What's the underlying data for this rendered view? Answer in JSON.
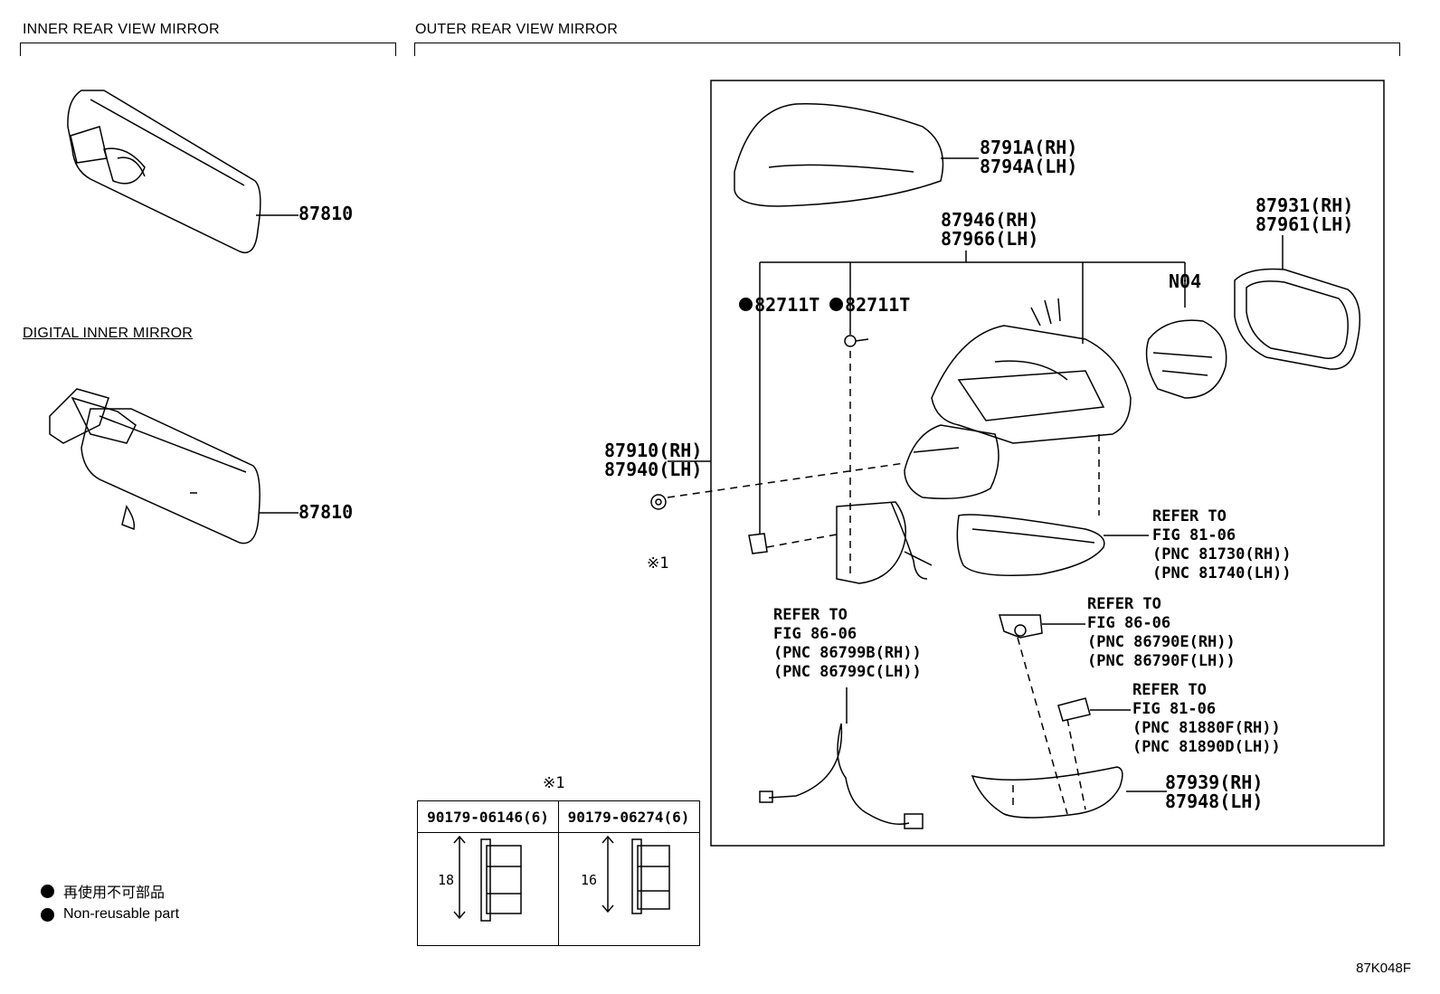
{
  "sections": {
    "inner": "INNER REAR VIEW MIRROR",
    "outer": "OUTER REAR VIEW MIRROR",
    "digital": "DIGITAL INNER MIRROR"
  },
  "labels": {
    "inner_mirror": "87810",
    "digital_mirror": "87810",
    "cover": "8791A(RH)\n8794A(LH)",
    "sub_assy": "87946(RH)\n87966(LH)",
    "mirror_glass": "87931(RH)\n87961(LH)",
    "motor": "N04",
    "screw_1": "82711T",
    "screw_2": "82711T",
    "outer_mirror": "87910(RH)\n87940(LH)",
    "lower_cover": "87939(RH)\n87948(LH)",
    "note_mark": "※1",
    "table_mark": "※1"
  },
  "references": {
    "turn_signal": "REFER TO\nFIG 81-06\n(PNC 81730(RH))\n(PNC 81740(LH))",
    "wire": "REFER TO\nFIG 86-06\n(PNC 86799B(RH))\n(PNC 86799C(LH))",
    "camera": "REFER TO\nFIG 86-06\n(PNC 86790E(RH))\n(PNC 86790F(LH))",
    "lamp": "REFER TO\nFIG 81-06\n(PNC 81880F(RH))\n(PNC 81890D(LH))"
  },
  "table": {
    "col1_head": "90179-06146(6)",
    "col2_head": "90179-06274(6)",
    "col1_dim": "18",
    "col2_dim": "16"
  },
  "legend": {
    "jp": "再使用不可部品",
    "en": "Non-reusable part"
  },
  "diagram_code": "87K048F"
}
